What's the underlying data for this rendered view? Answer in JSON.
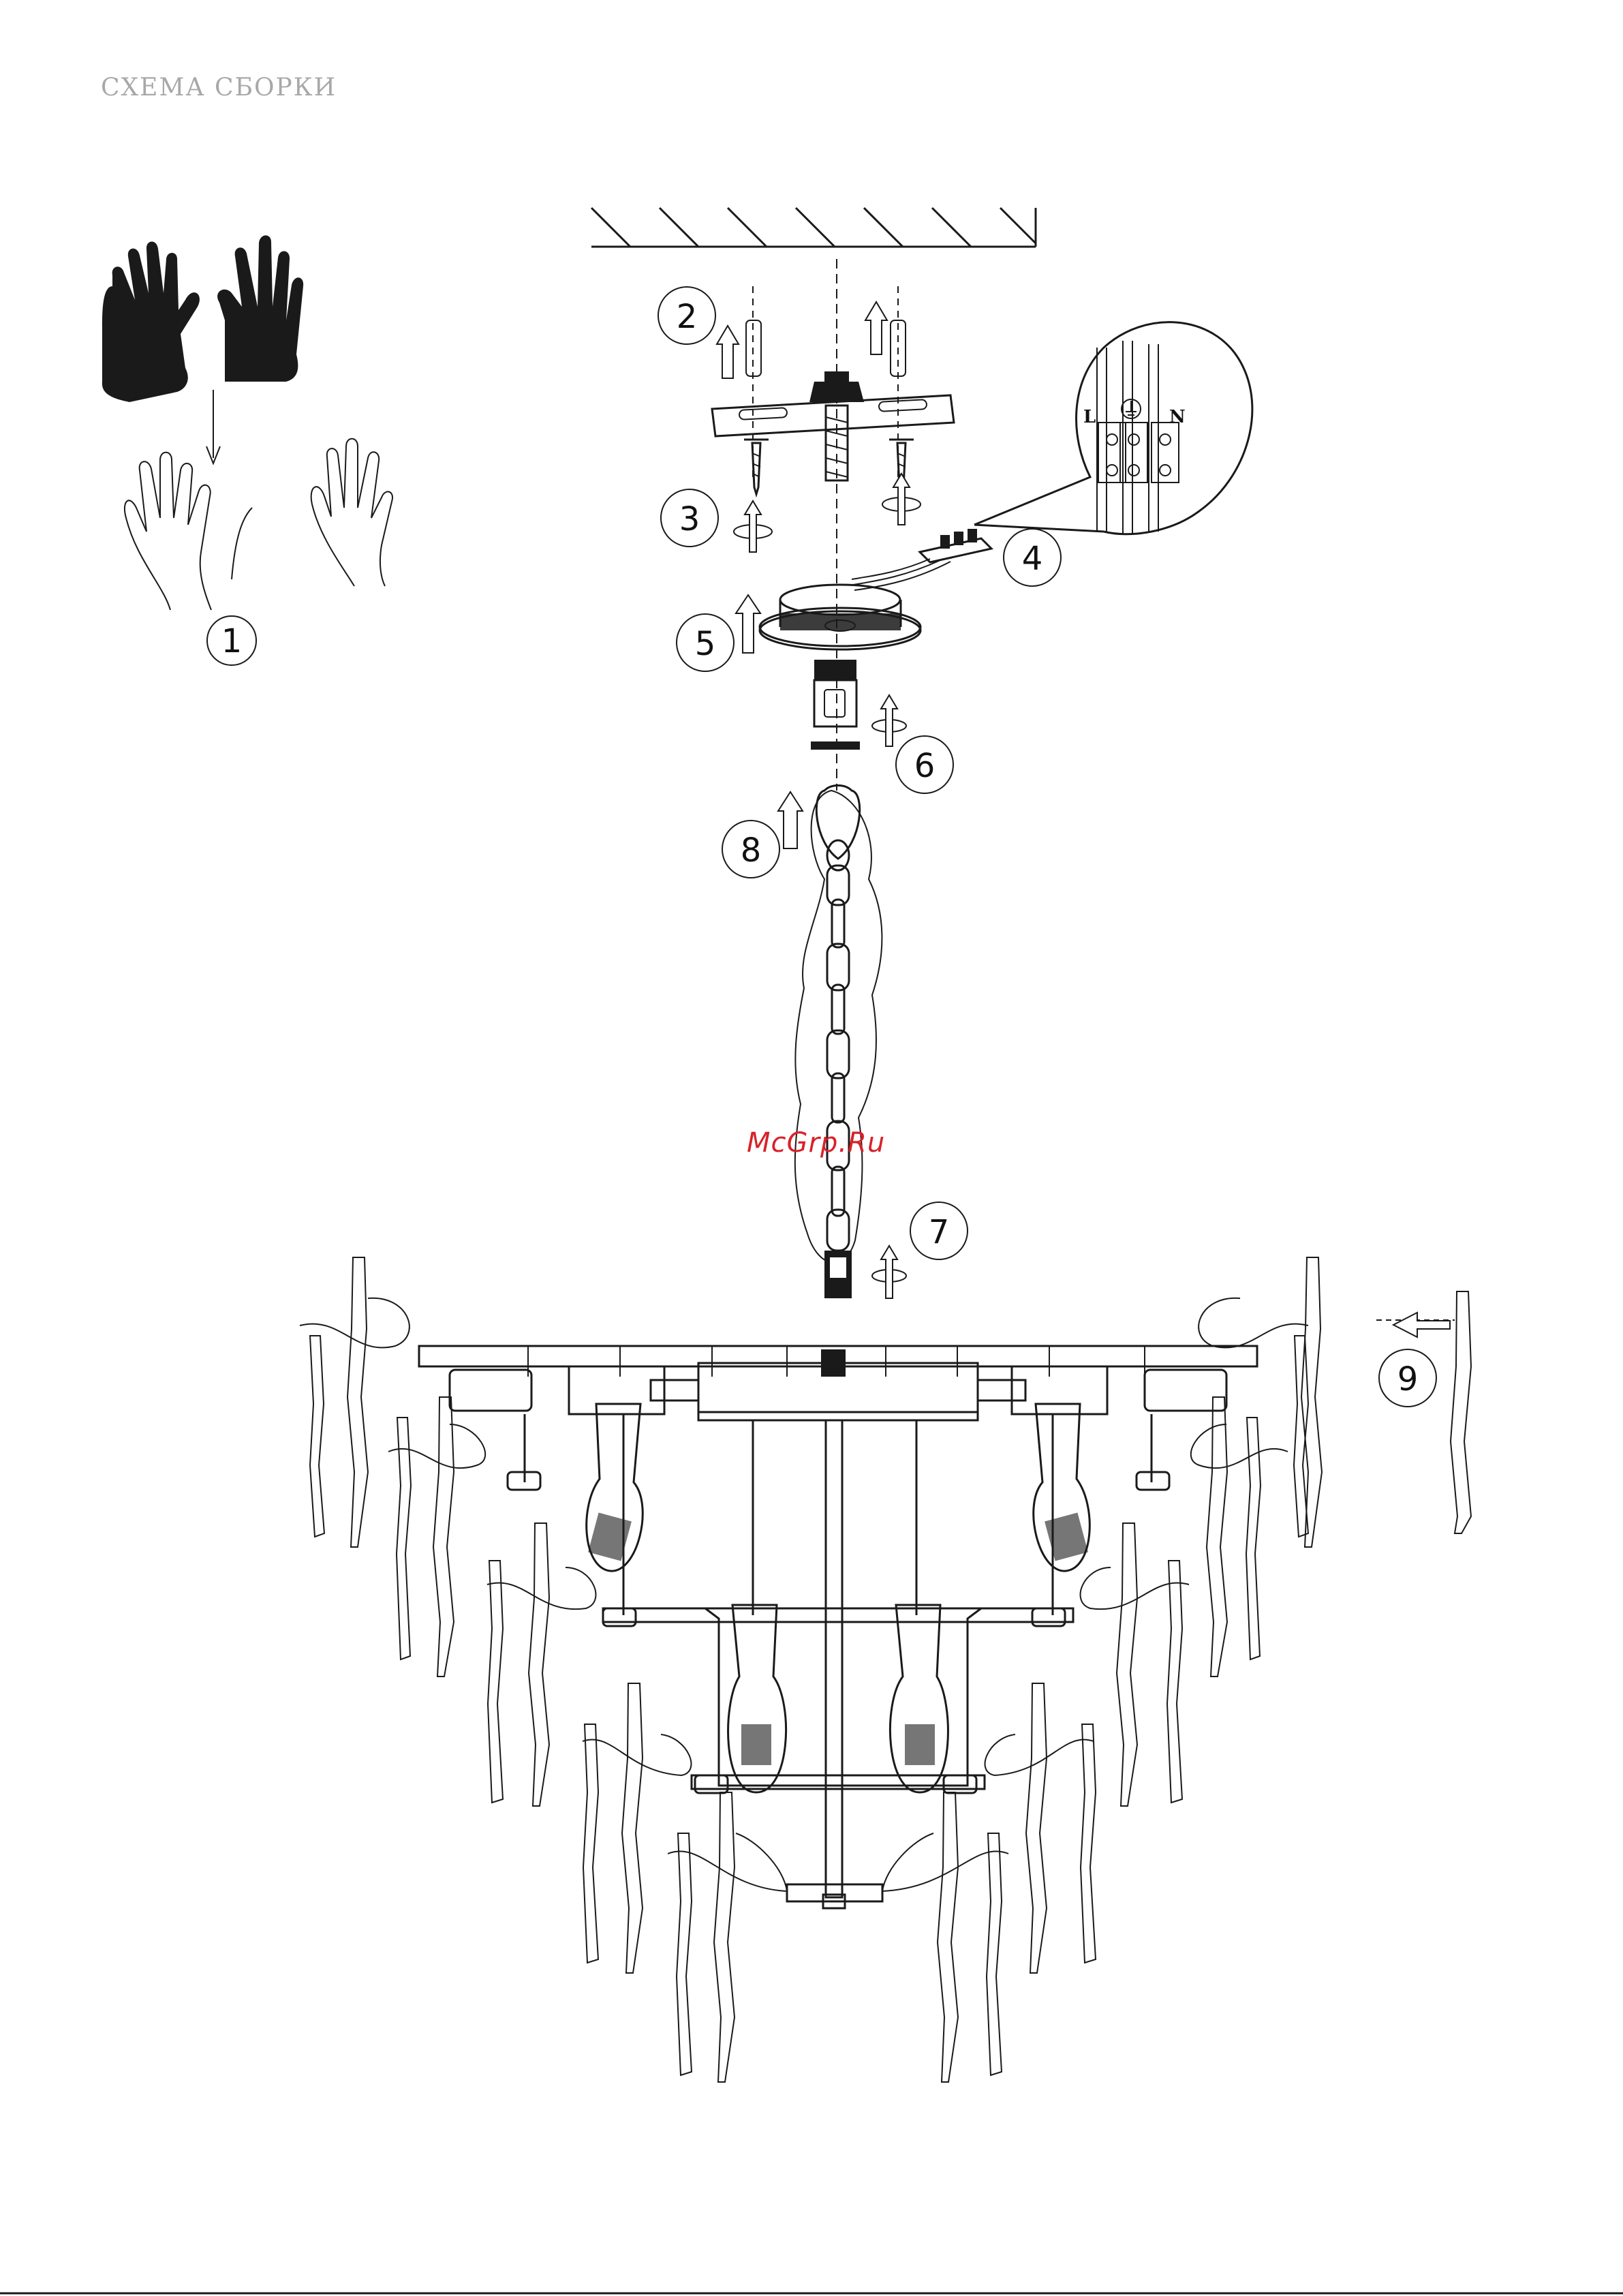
{
  "heading": "СХЕМА СБОРКИ",
  "watermark": "McGrp.Ru",
  "steps": [
    "1",
    "2",
    "3",
    "4",
    "5",
    "6",
    "7",
    "8",
    "9"
  ],
  "terminal_labels": {
    "live": "L",
    "neutral": "N"
  },
  "icons": {
    "gloves": "gloves-icon",
    "hands": "bare-hands-icon",
    "ceiling": "ceiling-hatch-icon",
    "mounting_plate": "mounting-bracket-icon",
    "terminal_block": "terminal-block-icon",
    "canopy": "canopy-icon",
    "chain": "chain-icon",
    "chandelier": "chandelier-icon",
    "crystal": "crystal-pendant-icon"
  },
  "colors": {
    "line": "#1a1a1a",
    "heading": "#a8a8a8",
    "watermark": "#d8222a"
  }
}
